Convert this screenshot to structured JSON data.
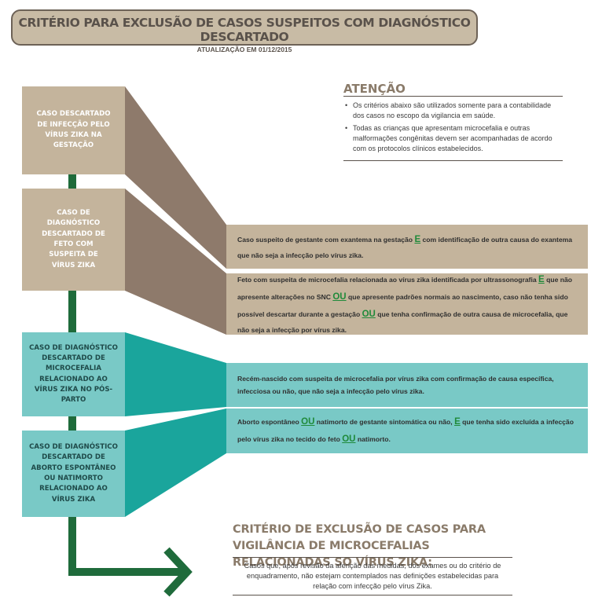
{
  "header": {
    "title": "CRITÉRIO PARA EXCLUSÃO DE CASOS SUSPEITOS COM DIAGNÓSTICO DESCARTADO",
    "subtitle": "ATUALIZAÇÃO EM 01/12/2015"
  },
  "attention": {
    "title": "ATENÇÃO",
    "items": [
      "Os critérios abaixo são utilizados somente para a contabilidade dos casos no escopo da vigilancia em saúde.",
      "Todas as crianças que apresentam microcefalia e outras malformações congênitas devem ser acompanhadas de acordo com os protocolos clínicos estabelecidos."
    ]
  },
  "cases": [
    {
      "label": "CASO DESCARTADO DE INFECÇÃO PELO VÍRUS ZIKA NA GESTAÇÃO"
    },
    {
      "label": "CASO DE DIAGNÓSTICO DESCARTADO DE FETO COM SUSPEITA DE VÍRUS ZIKA"
    },
    {
      "label": "CASO DE DIAGNÓSTICO DESCARTADO DE MICROCEFALIA RELACIONADO AO VÍRUS ZIKA NO PÓS-PARTO"
    },
    {
      "label": "CASO DE DIAGNÓSTICO DESCARTADO DE ABORTO ESPONTÂNEO OU NATIMORTO RELACIONADO AO VÍRUS ZIKA"
    }
  ],
  "criteria": [
    {
      "parts": [
        "Caso suspeito de gestante com exantema na gestação ",
        "E",
        " com identificação de outra causa do exantema que não seja a infecção pelo vírus zika."
      ]
    },
    {
      "parts": [
        "Feto com suspeita de microcefalia relacionada ao vírus zika identificada por ultrassonografia ",
        "E",
        " que não apresente alterações no SNC ",
        "OU",
        " que apresente padrões normais ao nascimento, caso não tenha sido possível descartar durante a gestação ",
        "OU",
        " que tenha confirmação de outra causa de microcefalia, que não seja a infecção por vírus zika."
      ]
    },
    {
      "parts": [
        "Recém-nascido com suspeita de microcefalia por vírus zika com confirmação de causa específica, infecciosa ou não, que não seja a infecção pelo vírus zika."
      ]
    },
    {
      "parts": [
        "Aborto espontâneo ",
        "OU",
        " natimorto de gestante sintomática ou não, ",
        "E",
        " que tenha sido excluída a infecção pelo vírus zika no tecido do feto ",
        "OU",
        " natimorto."
      ]
    }
  ],
  "exclusion": {
    "title": "CRITÉRIO DE EXCLUSÃO DE CASOS PARA VIGILÂNCIA DE MICROCEFALIAS RELACIONADAS SO VÍRUS ZIKA:",
    "text": "Casos que, após revisão da aferição das medidas, dos exames ou do critério de enquadramento, não estejam contemplados nas definições estabelecidas para relação com infecção pelo vírus Zika."
  },
  "colors": {
    "tan": "#c4b49c",
    "tan_dark": "#8e7a6b",
    "teal": "#79c9c6",
    "teal_dark": "#1aa59c",
    "green": "#1f6b3b",
    "header_bg": "#c8bba5"
  }
}
